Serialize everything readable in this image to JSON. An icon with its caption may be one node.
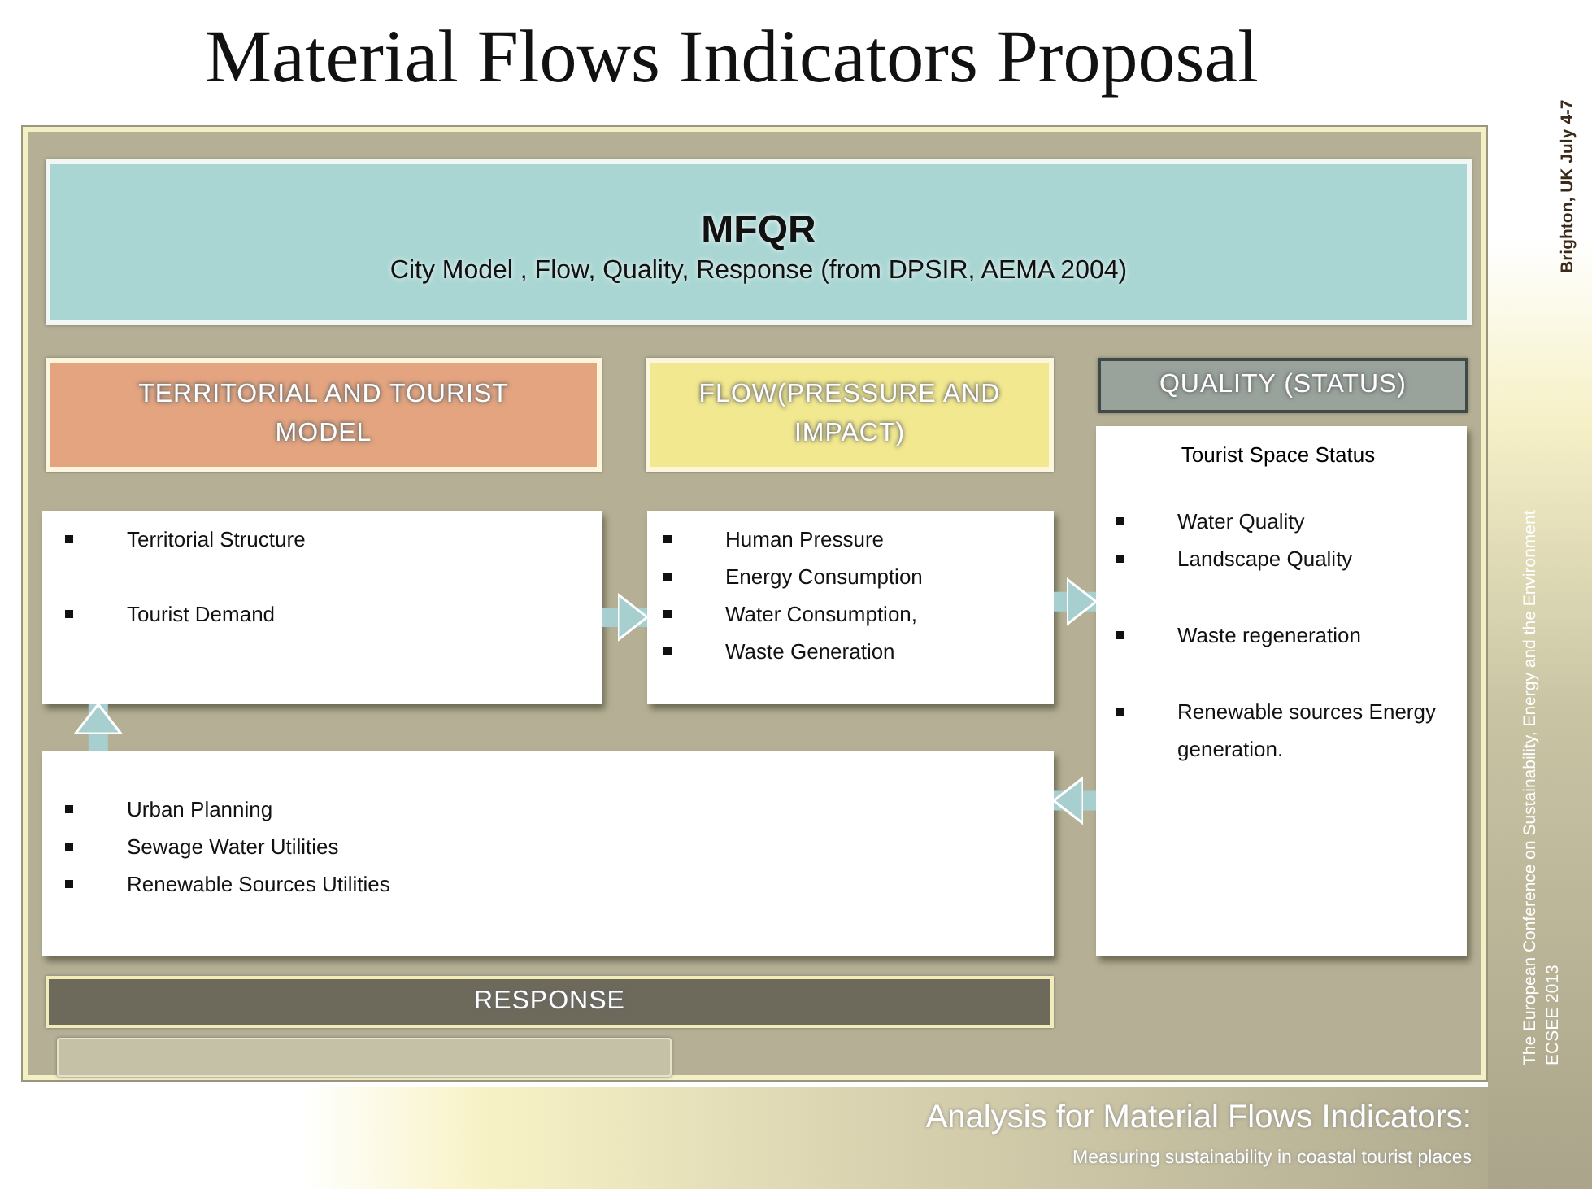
{
  "diagram": {
    "title": "Material Flows Indicators Proposal",
    "nodes": [
      {
        "text": [
          "MFQR",
          "City Model , Flow, Quality, Response (from DPSIR, AEMA  2004)"
        ]
      },
      {
        "text": [
          "TERRITORIAL AND TOURIST MODEL"
        ]
      },
      {
        "text": [
          "FLOW(PRESSURE AND IMPACT)"
        ]
      },
      {
        "text": [
          "QUALITY (STATUS)"
        ]
      },
      {
        "text": [
          "Territorial Structure",
          "Tourist Demand"
        ]
      },
      {
        "text": [
          "Human Pressure",
          "Energy Consumption",
          "Water Consumption,",
          "Waste Generation"
        ]
      },
      {
        "text": [
          "Tourist Space Status",
          "Water Quality",
          "Landscape Quality",
          "Waste regeneration",
          "Renewable sources Energy generation."
        ]
      },
      {
        "text": [
          "Urban Planning",
          "Sewage Water Utilities",
          "Renewable Sources Utilities"
        ]
      },
      {
        "text": [
          "RESPONSE"
        ]
      },
      {
        "text": [],
        "shape": "bar"
      }
    ],
    "edges": [
      {
        "from": 4,
        "to": 5,
        "arrow": "to"
      },
      {
        "from": 5,
        "to": 6,
        "arrow": "to"
      },
      {
        "from": 6,
        "to": 7,
        "arrow": "to"
      },
      {
        "from": 7,
        "to": 4,
        "arrow": "to"
      }
    ],
    "labels": [
      "Brighton, UK July 4-7",
      "The European Conference on Sustainability, Energy and the Environment  ECSEE 2013",
      "Analysis for Material Flows Indicators:",
      "Measuring sustainability in coastal tourist places"
    ]
  }
}
